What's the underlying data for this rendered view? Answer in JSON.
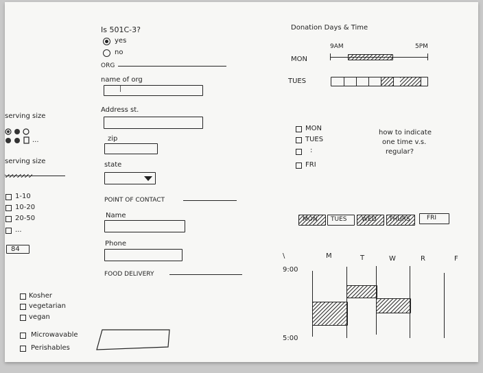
{
  "left": {
    "serving_size_label": "serving size",
    "serving_size_more": "...",
    "serving_size_label2": "serving size",
    "ranges": [
      "1-10",
      "10-20",
      "20-50",
      "..."
    ],
    "count_value": "84",
    "dietary": [
      "Kosher",
      "vegetarian",
      "vegan"
    ],
    "handling": [
      "Microwavable",
      "Perishables"
    ]
  },
  "form": {
    "question": "Is 501C-3?",
    "yes": "yes",
    "no": "no",
    "org_section": "ORG",
    "name_of_org": "name of org",
    "name_of_org_value": "|",
    "address": "Address st.",
    "zip": "zip",
    "state": "state",
    "contact_section": "POINT OF CONTACT",
    "contact_name": "Name",
    "phone": "Phone",
    "food_delivery": "FOOD DELIVERY"
  },
  "right": {
    "title": "Donation Days & Time",
    "start_time": "9AM",
    "end_time": "5PM",
    "day_mon": "MON",
    "day_tues": "TUES",
    "check_days": [
      "MON",
      "TUES",
      ":",
      "FRI"
    ],
    "note": [
      "how to indicate",
      "one time v.s.",
      "regular?"
    ],
    "day_buttons": [
      "MON",
      "TUES",
      "WED",
      "THURS",
      "FRI"
    ],
    "cal_corner": "\\",
    "cal_days": [
      "M",
      "T",
      "W",
      "R",
      "F"
    ],
    "cal_start": "9:00",
    "cal_end": "5:00"
  }
}
